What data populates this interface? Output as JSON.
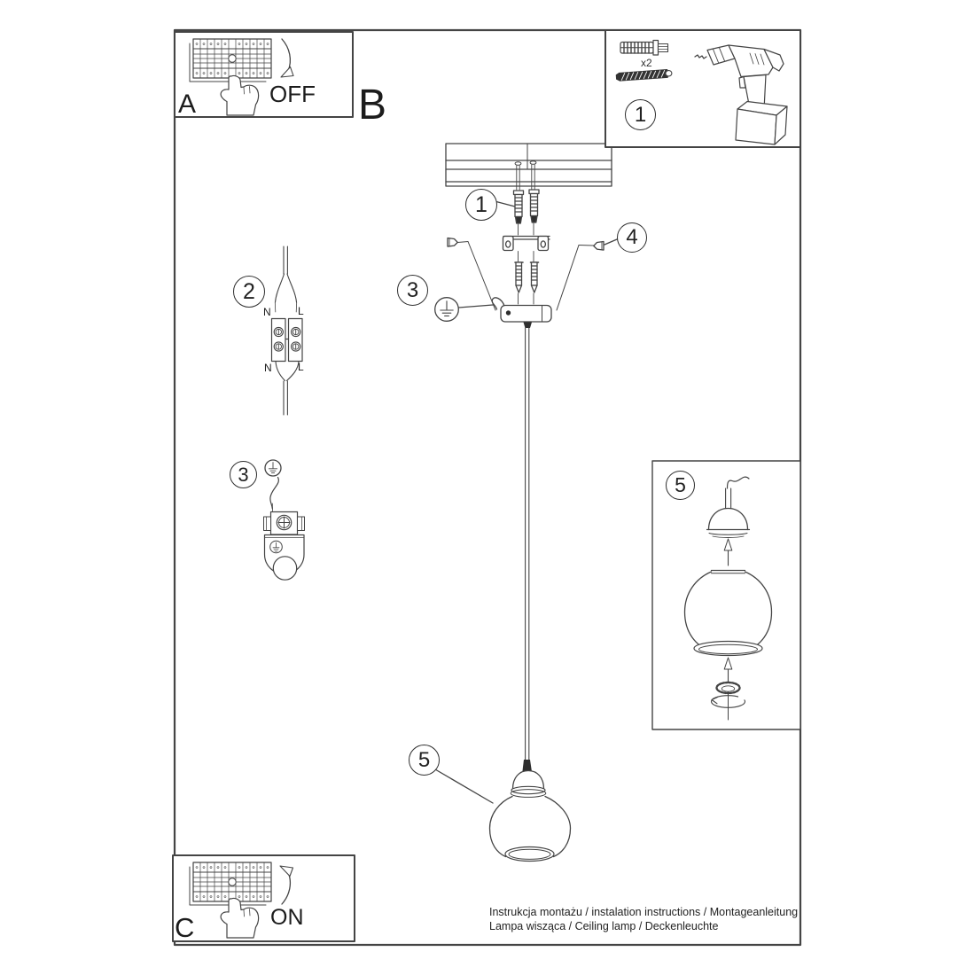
{
  "document": {
    "type": "installation-instructions",
    "product": "pendant ceiling lamp"
  },
  "steps": {
    "a": {
      "label": "A",
      "action": "OFF"
    },
    "b": {
      "label": "B"
    },
    "c": {
      "label": "C",
      "action": "ON"
    }
  },
  "parts_box": {
    "number": "1",
    "quantity_note": "x2"
  },
  "callouts": {
    "anchors": "1",
    "wiring": "2",
    "ground_main": "3",
    "ground_item": "3",
    "screws": "4",
    "shade_box": "5",
    "shade_lamp": "5"
  },
  "wire_labels": {
    "n_top": "N",
    "l_top": "L",
    "n_bottom": "N",
    "l_bottom": "L"
  },
  "footer": {
    "line1": "Instrukcja montażu / instalation instructions / Montageanleitung",
    "line2": "Lampa wisząca / Ceiling lamp / Deckenleuchte"
  },
  "colors": {
    "line": "#444444",
    "text": "#1c1c1c",
    "background": "#ffffff"
  }
}
